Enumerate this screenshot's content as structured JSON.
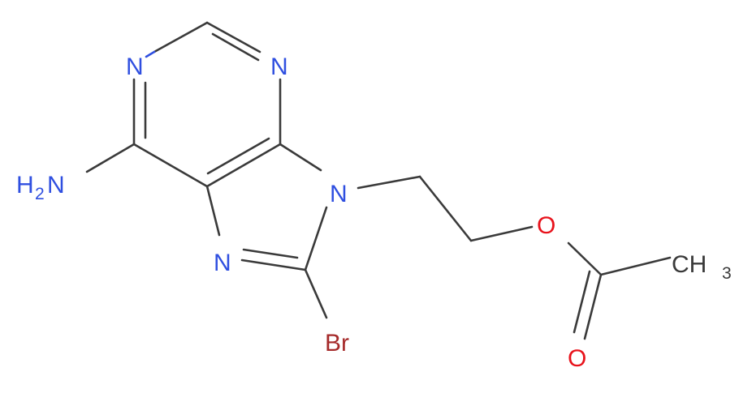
{
  "colors": {
    "bond": "#3a3a3a",
    "nitrogen": "#2f4fe0",
    "oxygen": "#e8121b",
    "bromine": "#a52a2a",
    "carbon": "#3a3a3a"
  },
  "atoms": {
    "n1": "N",
    "n3": "N",
    "n7": "N",
    "n9": "N",
    "amine_h": "H",
    "amine_sub": "2",
    "amine_n": "N",
    "bromine": "Br",
    "ester_o": "O",
    "carbonyl_o": "O",
    "methyl_c": "CH",
    "methyl_sub": "3"
  }
}
